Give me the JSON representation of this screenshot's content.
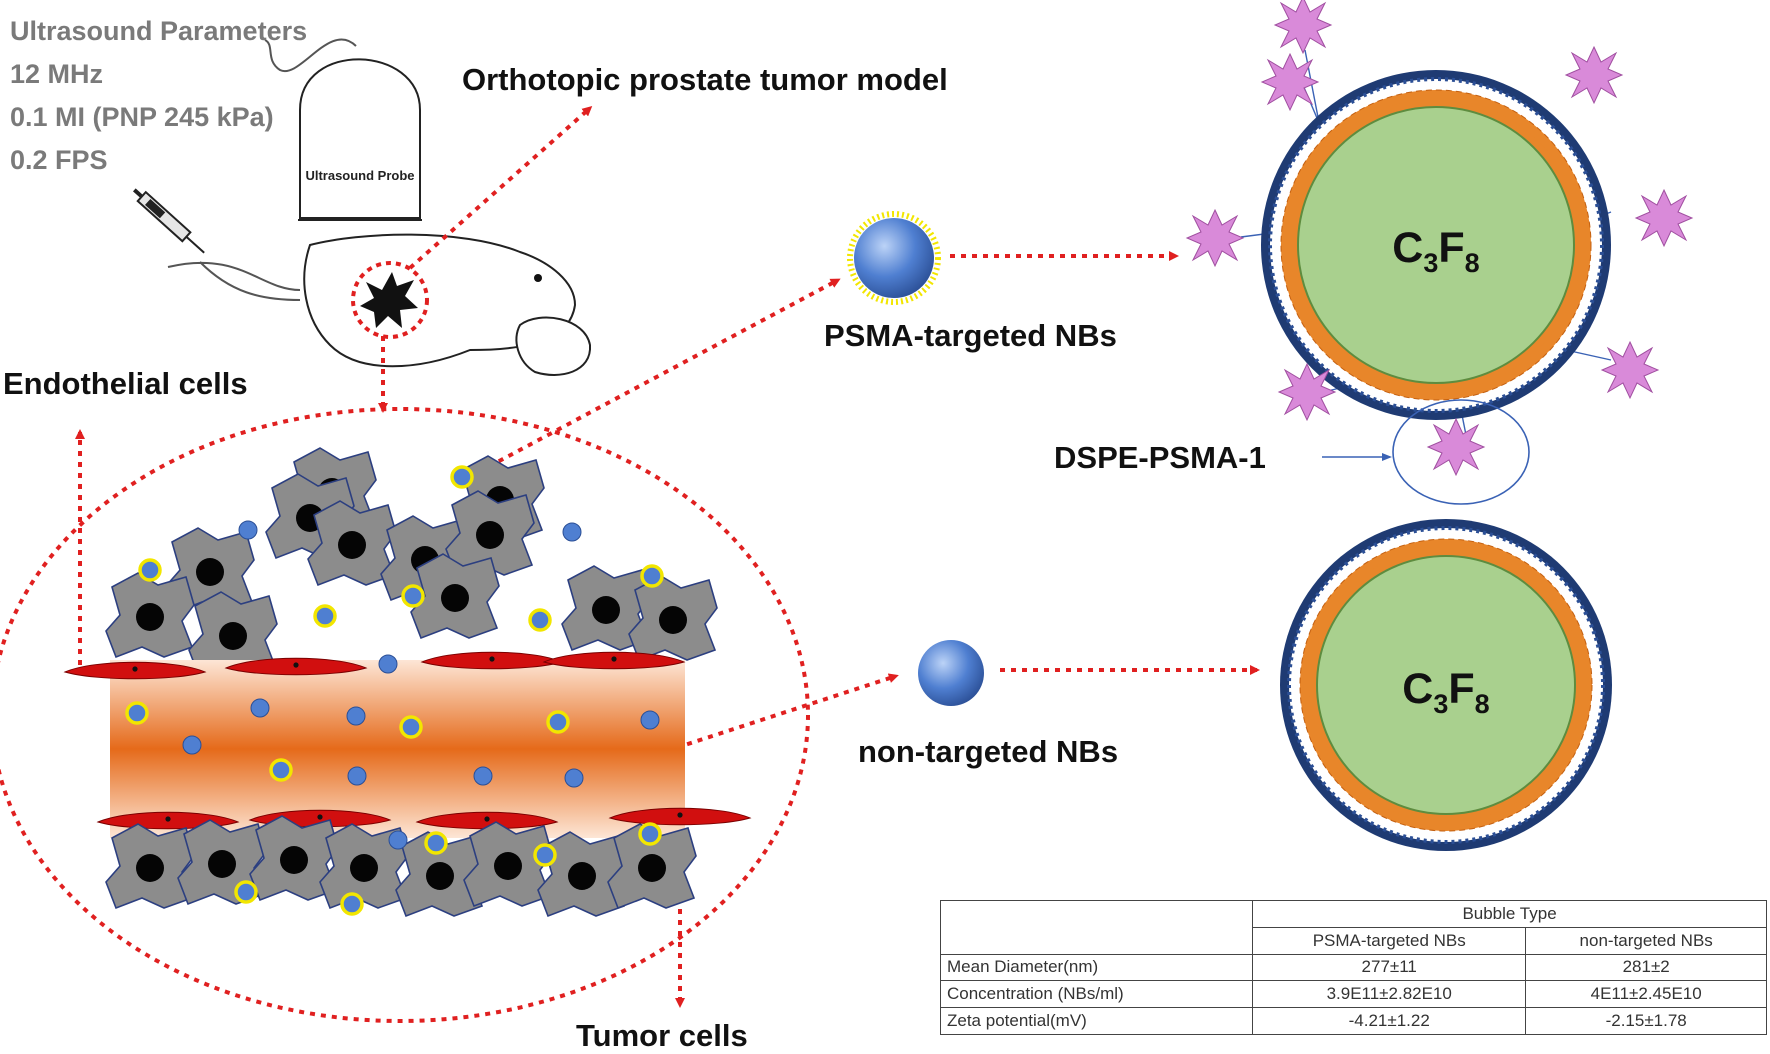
{
  "ultrasound_parameters": {
    "heading": "Ultrasound Parameters",
    "lines": [
      "12 MHz",
      "0.1 MI (PNP 245 kPa)",
      "0.2 FPS"
    ]
  },
  "probe_label": "Ultrasound Probe",
  "labels": {
    "tumor_model": "Orthotopic prostate tumor model",
    "endothelial": "Endothelial cells",
    "tumor_cells": "Tumor cells",
    "psma_nbs": "PSMA-targeted NBs",
    "non_targeted_nbs": "non-targeted NBs",
    "dspe": "DSPE-PSMA-1",
    "gas_core": "C3F8"
  },
  "colors": {
    "arrow": "#e02020",
    "vessel_center": "#e56a1a",
    "endothelium": "#d10f0f",
    "tumor_cell": "#8c8c8c",
    "nucleus": "#050505",
    "bubble": "#4f7fd1",
    "bubble_ring": "#f2e600",
    "core": "#a9d08e",
    "lipid_head_outer": "#1f3b73",
    "lipid_head_inner": "#e8862a",
    "ligand": "#d98ad9"
  },
  "table": {
    "group_header": "Bubble Type",
    "columns": [
      "PSMA-targeted NBs",
      "non-targeted NBs"
    ],
    "rows": [
      {
        "label": "Mean Diameter(nm)",
        "values": [
          "277±11",
          "281±2"
        ]
      },
      {
        "label": "Concentration (NBs/ml)",
        "values": [
          "3.9E11±2.82E10",
          "4E11±2.45E10"
        ]
      },
      {
        "label": "Zeta potential(mV)",
        "values": [
          "-4.21±1.22",
          "-2.15±1.78"
        ]
      }
    ]
  }
}
